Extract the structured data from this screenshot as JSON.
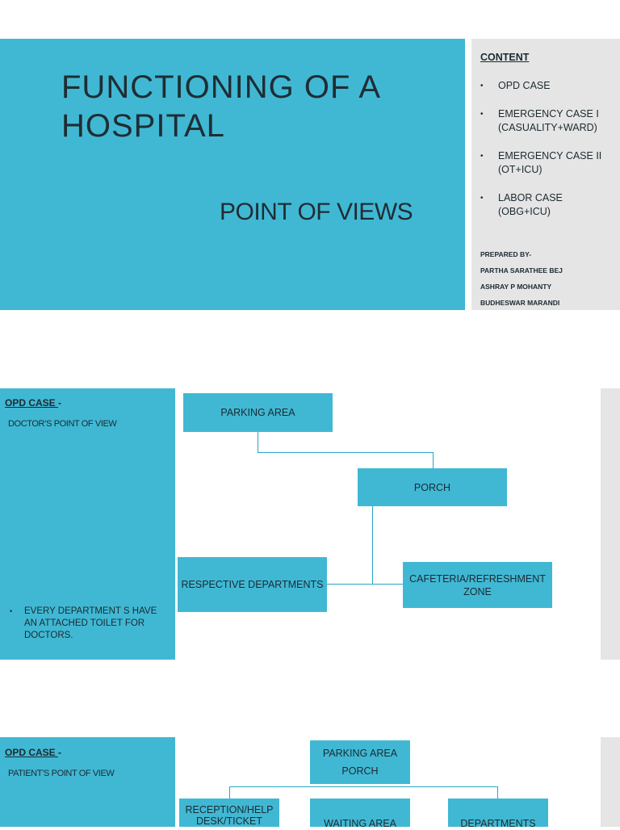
{
  "slide1": {
    "title_line1": "FUNCTIONING  OF  A",
    "title_line2": "HOSPITAL",
    "subtitle": "POINT OF VIEWS",
    "content_heading": "CONTENT",
    "content_items": [
      {
        "line1": "OPD  CASE",
        "line2": ""
      },
      {
        "line1": "EMERGENCY  CASE  I",
        "line2": "(CASUALITY+WARD)"
      },
      {
        "line1": "EMERGENCY CASE II",
        "line2": "(OT+ICU)"
      },
      {
        "line1": "LABOR CASE",
        "line2": "(OBG+ICU)"
      }
    ],
    "bullet": "•",
    "prepared_by": "PREPARED BY-",
    "authors": [
      "PARTHA SARATHEE BEJ",
      "ASHRAY P MOHANTY",
      "BUDHESWAR MARANDI"
    ]
  },
  "slide2": {
    "case_label": "OPD CASE ",
    "case_dash": "-",
    "pov": "DOCTOR’S POINT OF VIEW",
    "note_bullet": "•",
    "note": "EVERY DEPARTMENT S HAVE AN ATTACHED TOILET FOR DOCTORS.",
    "nodes": {
      "parking": "PARKING AREA",
      "porch": "PORCH",
      "departments": "RESPECTIVE DEPARTMENTS",
      "cafeteria": "CAFETERIA/REFRESHMENT ZONE"
    }
  },
  "slide3": {
    "case_label": "OPD CASE ",
    "case_dash": "-",
    "pov": "PATIENT’S POINT OF VIEW",
    "nodes": {
      "parking_line1": "PARKING AREA",
      "parking_line2": "PORCH",
      "reception": "RECEPTION/HELP DESK/TICKET",
      "waiting": "WAITING AREA",
      "departments": "DEPARTMENTS"
    }
  },
  "colors": {
    "teal": "#40b8d4",
    "grey": "#e5e5e5",
    "text": "#1c2a30",
    "connector": "#2aa6c4"
  }
}
